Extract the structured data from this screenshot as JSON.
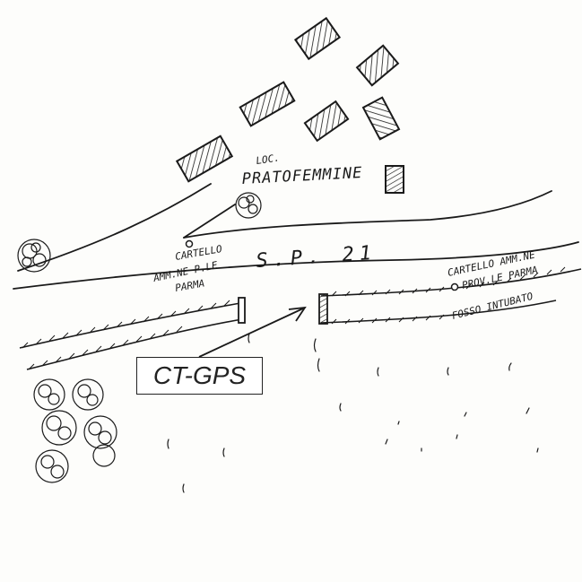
{
  "labels": {
    "locality_line1": "LOC.",
    "locality_line2": "PRATOFEMMINE",
    "road": "S.P. 21",
    "sign_left_line1": "CARTELLO",
    "sign_left_line2": "AMM.NE P.LE",
    "sign_left_line3": "PARMA",
    "sign_right_line1": "CARTELLO AMM.NE",
    "sign_right_line2": "PROV.LE PARMA",
    "ditch": "FOSSO INTUBATO",
    "ct_gps": "CT-GPS"
  },
  "icons": {
    "buildings": "hatched-rectangle",
    "trees": "scribble-circle",
    "signs": "small-circle-marker",
    "pointer": "arrow"
  },
  "colors": {
    "ink": "#1a1a1a",
    "paper": "#fdfdfb"
  }
}
